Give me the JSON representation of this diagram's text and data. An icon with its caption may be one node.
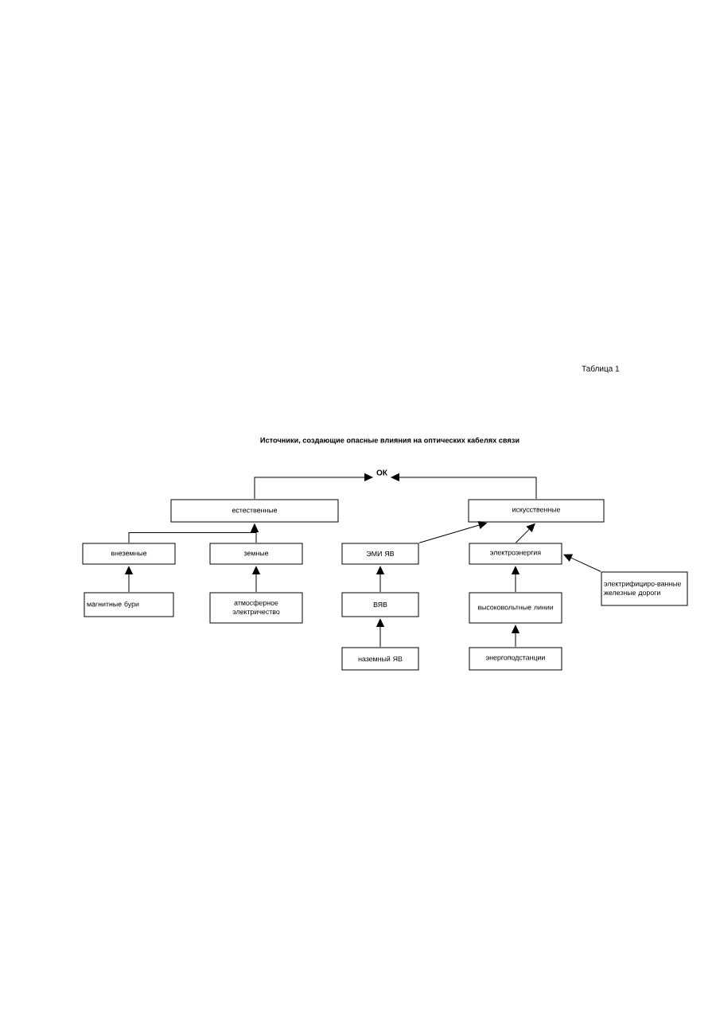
{
  "diagram": {
    "title": "Источники, создающие опасные влияния на оптических кабелях связи",
    "nodes": [
      {
        "text": [
          "ОК"
        ]
      },
      {
        "text": [
          "естественные"
        ]
      },
      {
        "text": [
          "искусственные"
        ]
      },
      {
        "text": [
          "внеземные"
        ]
      },
      {
        "text": [
          "земные"
        ]
      },
      {
        "text": [
          "ЭМИ ЯВ"
        ]
      },
      {
        "text": [
          "электроэнергия"
        ]
      },
      {
        "text": [
          "электрифициро-ванные железные дороги"
        ]
      },
      {
        "text": [
          "магнитные бури"
        ]
      },
      {
        "text": [
          "атмосферное электричество"
        ]
      },
      {
        "text": [
          "ВЯВ"
        ]
      },
      {
        "text": [
          "высоковольтные линии"
        ]
      },
      {
        "text": [
          "наземный ЯВ"
        ]
      },
      {
        "text": [
          "энергоподстанции"
        ]
      }
    ],
    "edges": [
      {
        "from": 1,
        "to": 0,
        "arrow": "to"
      },
      {
        "from": 2,
        "to": 0,
        "arrow": "to"
      },
      {
        "from": 3,
        "to": 1,
        "arrow": "to"
      },
      {
        "from": 4,
        "to": 1,
        "arrow": "to"
      },
      {
        "from": 5,
        "to": 2,
        "arrow": "to"
      },
      {
        "from": 6,
        "to": 2,
        "arrow": "to"
      },
      {
        "from": 7,
        "to": 6,
        "arrow": "to"
      },
      {
        "from": 8,
        "to": 3,
        "arrow": "to"
      },
      {
        "from": 9,
        "to": 4,
        "arrow": "to"
      },
      {
        "from": 10,
        "to": 5,
        "arrow": "to"
      },
      {
        "from": 11,
        "to": 6,
        "arrow": "to"
      },
      {
        "from": 12,
        "to": 10,
        "arrow": "to"
      },
      {
        "from": 13,
        "to": 11,
        "arrow": "to"
      }
    ],
    "labels": [
      "Таблица 1"
    ]
  }
}
